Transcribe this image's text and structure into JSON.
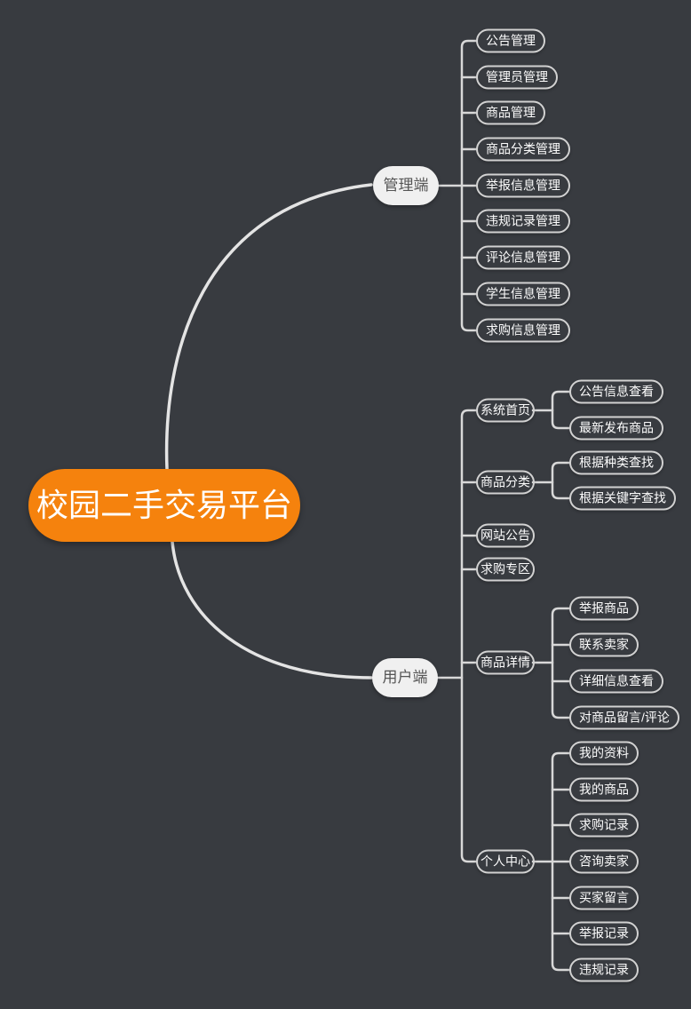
{
  "colors": {
    "background": "#383b40",
    "root_fill": "#f5820d",
    "root_text": "#ffffff",
    "branch_pill_fill": "#f0f0f0",
    "branch_pill_text": "#555555",
    "leaf_border": "#d2d2d2",
    "leaf_text": "#fdfdfd",
    "connector_line": "#d8d8d8"
  },
  "root": {
    "label": "校园二手交易平台"
  },
  "branches": [
    {
      "label": "管理端",
      "children": [
        {
          "label": "公告管理"
        },
        {
          "label": "管理员管理"
        },
        {
          "label": "商品管理"
        },
        {
          "label": "商品分类管理"
        },
        {
          "label": "举报信息管理"
        },
        {
          "label": "违规记录管理"
        },
        {
          "label": "评论信息管理"
        },
        {
          "label": "学生信息管理"
        },
        {
          "label": "求购信息管理"
        }
      ]
    },
    {
      "label": "用户端",
      "children": [
        {
          "label": "系统首页",
          "children": [
            {
              "label": "公告信息查看"
            },
            {
              "label": "最新发布商品"
            }
          ]
        },
        {
          "label": "商品分类",
          "children": [
            {
              "label": "根据种类查找"
            },
            {
              "label": "根据关键字查找"
            }
          ]
        },
        {
          "label": "网站公告"
        },
        {
          "label": "求购专区"
        },
        {
          "label": "商品详情",
          "children": [
            {
              "label": "举报商品"
            },
            {
              "label": "联系卖家"
            },
            {
              "label": "详细信息查看"
            },
            {
              "label": "对商品留言/评论"
            }
          ]
        },
        {
          "label": "个人中心",
          "children": [
            {
              "label": "我的资料"
            },
            {
              "label": "我的商品"
            },
            {
              "label": "求购记录"
            },
            {
              "label": "咨询卖家"
            },
            {
              "label": "买家留言"
            },
            {
              "label": "举报记录"
            },
            {
              "label": "违规记录"
            }
          ]
        }
      ]
    }
  ]
}
